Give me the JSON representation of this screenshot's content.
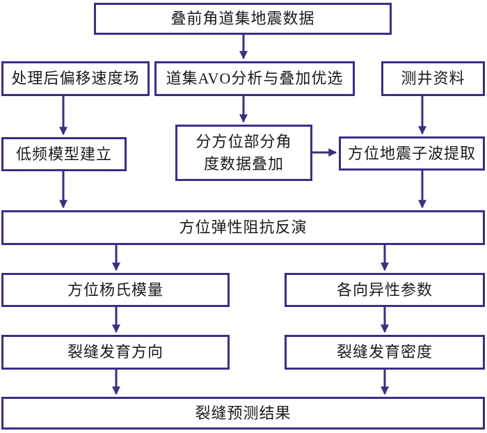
{
  "diagram": {
    "type": "flowchart",
    "colors": {
      "line": "#3e2c85",
      "text": "#1a1a1a",
      "background": "#ffffff"
    },
    "nodes": {
      "prestack": "叠前角道集地震数据",
      "velocity": "处理后偏移速度场",
      "avo": "道集AVO分析与叠加优选",
      "welllog": "测井资料",
      "lowfreq": "低频模型建立",
      "partial": "分方位部分角\n度数据叠加",
      "wavelet": "方位地震子波提取",
      "inversion": "方位弹性阻抗反演",
      "youngs": "方位杨氏模量",
      "anisotropy": "各向异性参数",
      "direction": "裂缝发育方向",
      "density": "裂缝发育密度",
      "result": "裂缝预测结果"
    },
    "edges": [
      {
        "from": "prestack",
        "to": "avo"
      },
      {
        "from": "velocity",
        "to": "lowfreq"
      },
      {
        "from": "avo",
        "to": "partial"
      },
      {
        "from": "welllog",
        "to": "wavelet"
      },
      {
        "from": "partial",
        "to": "wavelet"
      },
      {
        "from": "lowfreq",
        "to": "inversion"
      },
      {
        "from": "wavelet",
        "to": "inversion"
      },
      {
        "from": "inversion",
        "to": "youngs"
      },
      {
        "from": "inversion",
        "to": "anisotropy"
      },
      {
        "from": "youngs",
        "to": "direction"
      },
      {
        "from": "anisotropy",
        "to": "density"
      },
      {
        "from": "direction",
        "to": "result"
      },
      {
        "from": "density",
        "to": "result"
      }
    ]
  }
}
